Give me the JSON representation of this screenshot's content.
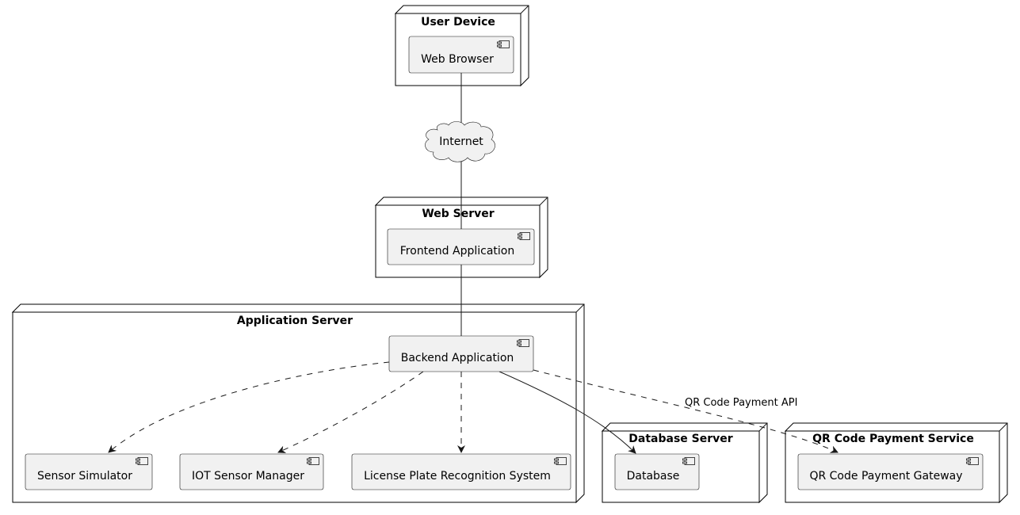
{
  "nodes": {
    "user_device": {
      "title": "User Device",
      "components": {
        "web_browser": "Web Browser"
      }
    },
    "web_server": {
      "title": "Web Server",
      "components": {
        "frontend": "Frontend Application"
      }
    },
    "app_server": {
      "title": "Application Server",
      "components": {
        "backend": "Backend Application",
        "sensor_sim": "Sensor Simulator",
        "iot_manager": "IOT Sensor Manager",
        "lpr": "License Plate Recognition System"
      }
    },
    "db_server": {
      "title": "Database Server",
      "components": {
        "database": "Database"
      }
    },
    "qr_service": {
      "title": "QR Code Payment Service",
      "components": {
        "qr_gateway": "QR Code Payment Gateway"
      }
    }
  },
  "cloud": {
    "label": "Internet"
  },
  "edges": {
    "qr_api_label": "QR Code Payment API"
  },
  "colors": {
    "component_fill": "#f1f1f1",
    "line": "#181818"
  }
}
